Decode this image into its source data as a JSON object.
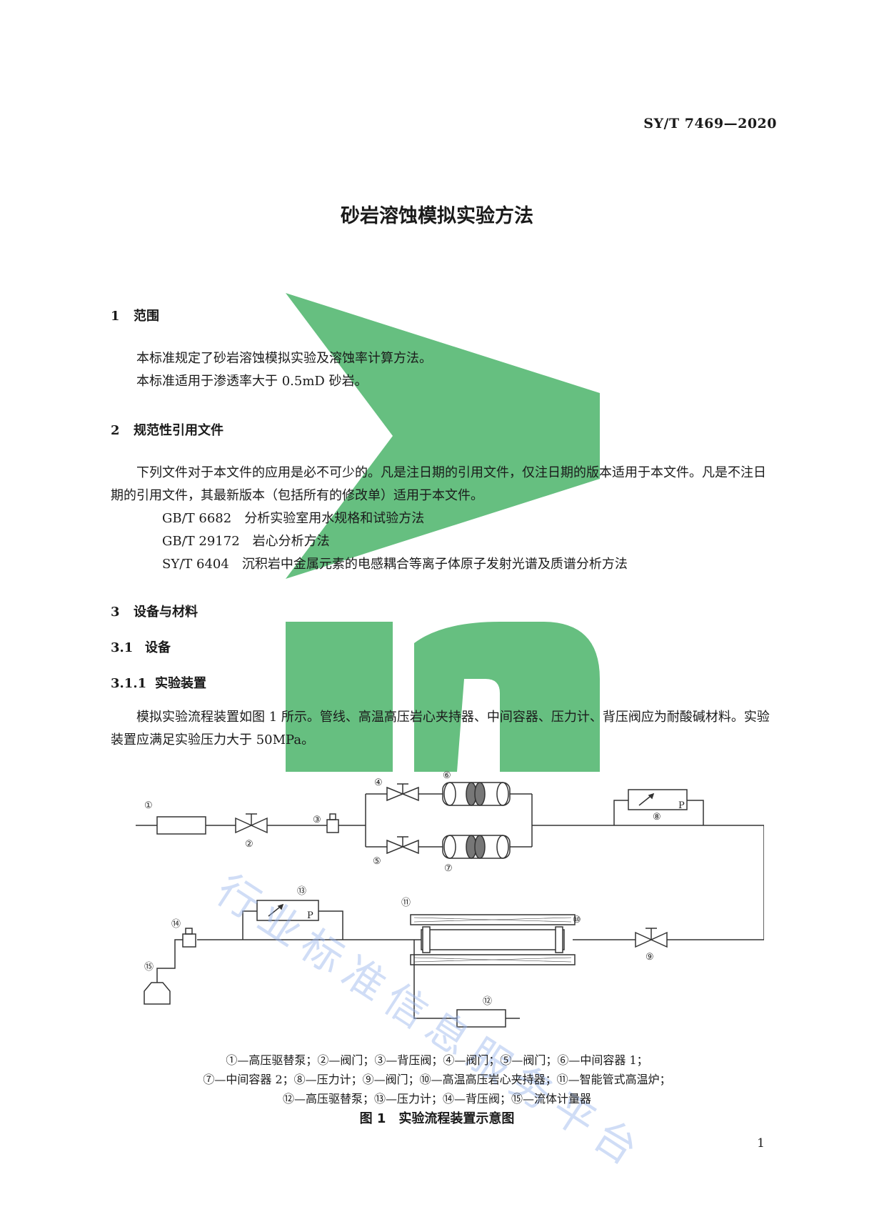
{
  "header": {
    "standard_code": "SY/T  7469—2020"
  },
  "title": "砂岩溶蚀模拟实验方法",
  "sections": {
    "s1": {
      "num": "1",
      "heading": "范围",
      "paragraphs": [
        "本标准规定了砂岩溶蚀模拟实验及溶蚀率计算方法。",
        "本标准适用于渗透率大于 0.5mD 砂岩。"
      ]
    },
    "s2": {
      "num": "2",
      "heading": "规范性引用文件",
      "intro": "下列文件对于本文件的应用是必不可少的。凡是注日期的引用文件，仅注日期的版本适用于本文件。凡是不注日期的引用文件，其最新版本（包括所有的修改单）适用于本文件。",
      "refs": [
        {
          "code": "GB/T  6682",
          "name": "分析实验室用水规格和试验方法"
        },
        {
          "code": "GB/T  29172",
          "name": "岩心分析方法"
        },
        {
          "code": "SY/T  6404",
          "name": "沉积岩中金属元素的电感耦合等离子体原子发射光谱及质谱分析方法"
        }
      ]
    },
    "s3": {
      "num": "3",
      "heading": "设备与材料"
    },
    "s3_1": {
      "num": "3.1",
      "heading": "设备"
    },
    "s3_1_1": {
      "num": "3.1.1",
      "heading": "实验装置",
      "paragraph": "模拟实验流程装置如图 1 所示。管线、高温高压岩心夹持器、中间容器、压力计、背压阀应为耐酸碱材料。实验装置应满足实验压力大于 50MPa。"
    }
  },
  "figure": {
    "labels": [
      "①",
      "②",
      "③",
      "④",
      "⑤",
      "⑥",
      "⑦",
      "⑧",
      "⑨",
      "⑩",
      "⑪",
      "⑫",
      "⑬",
      "⑭",
      "⑮"
    ],
    "gauge_letter": "P",
    "legend_lines": [
      "①—高压驱替泵；②—阀门；③—背压阀；④—阀门；⑤—阀门；⑥—中间容器 1；",
      "⑦—中间容器 2；⑧—压力计；⑨—阀门；⑩—高温高压岩心夹持器；⑪—智能管式高温炉；",
      "⑫—高压驱替泵；⑬—压力计；⑭—背压阀；⑮—流体计量器"
    ],
    "title": "图 1　实验流程装置示意图"
  },
  "watermark": {
    "text": "行业标准信息服务平台",
    "color": "#4caf6e"
  },
  "page_number": "1"
}
